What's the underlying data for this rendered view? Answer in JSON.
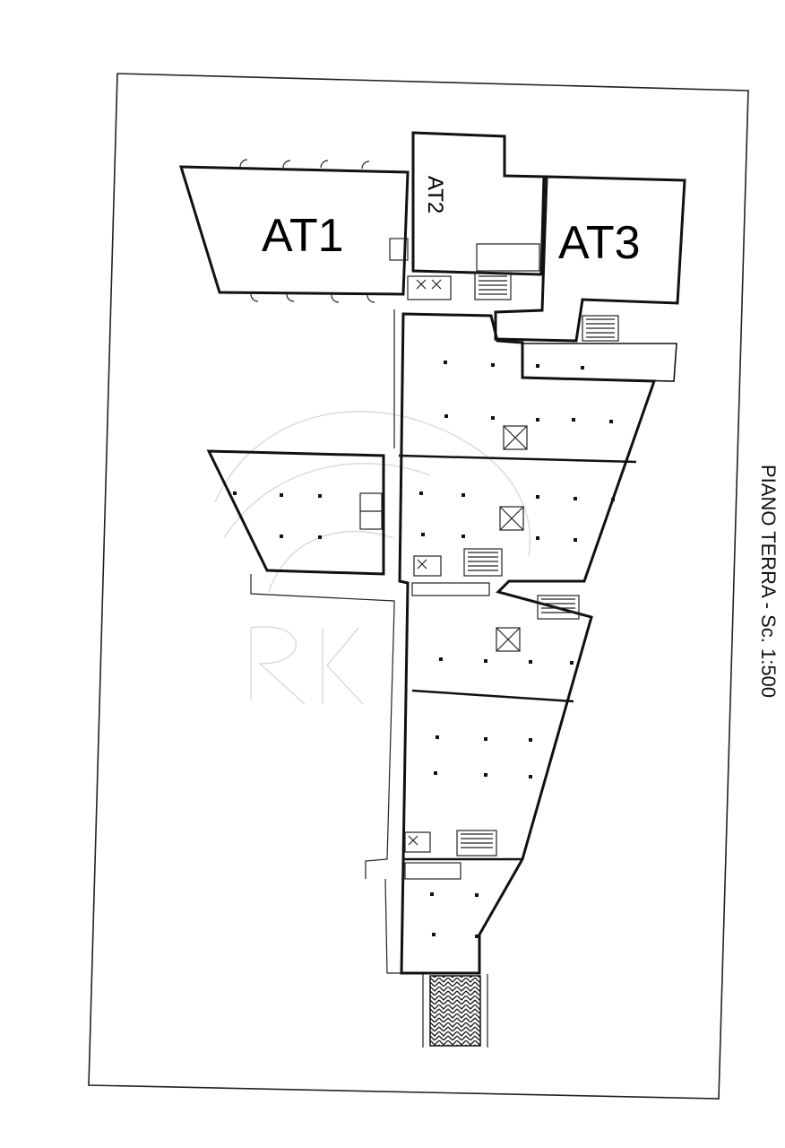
{
  "plan": {
    "title": "PIANO TERRA - Sc. 1:500",
    "zones": [
      {
        "id": "at1",
        "label": "AT1"
      },
      {
        "id": "at2",
        "label": "AT2"
      },
      {
        "id": "at3",
        "label": "AT3"
      }
    ],
    "watermark": "RK"
  }
}
